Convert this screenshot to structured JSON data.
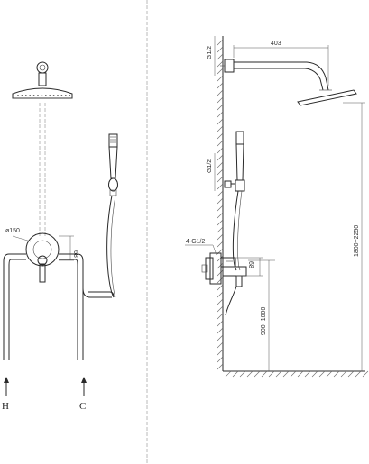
{
  "labels": {
    "hot": "H",
    "cold": "C",
    "diameter": "ø150",
    "front_offset": "68",
    "arm_length": "403",
    "thread_top": "G1/2",
    "thread_mid": "G1/2",
    "thread_valve": "4-G1/2",
    "side_offset": "68",
    "valve_height": "900~1000",
    "head_height": "1800~2250"
  }
}
